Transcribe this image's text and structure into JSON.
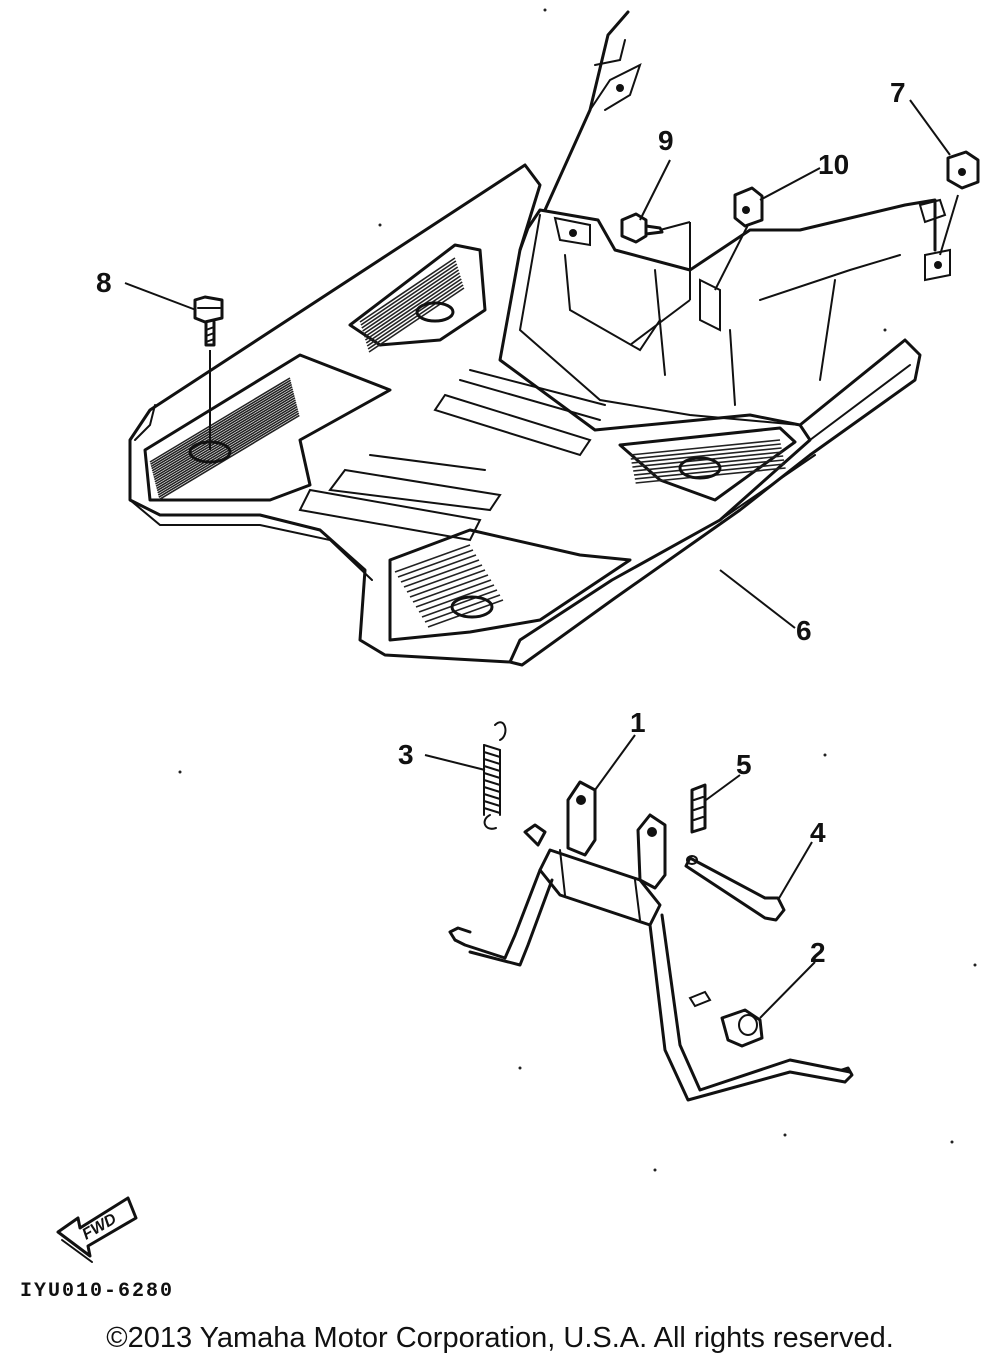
{
  "callouts": [
    {
      "id": "p1",
      "label": "1"
    },
    {
      "id": "p2",
      "label": "2"
    },
    {
      "id": "p3",
      "label": "3"
    },
    {
      "id": "p4",
      "label": "4"
    },
    {
      "id": "p5",
      "label": "5"
    },
    {
      "id": "p6",
      "label": "6"
    },
    {
      "id": "p7",
      "label": "7"
    },
    {
      "id": "p8",
      "label": "8"
    },
    {
      "id": "p9",
      "label": "9"
    },
    {
      "id": "p10",
      "label": "10"
    }
  ],
  "direction_arrow": {
    "label": "FWD",
    "icon": "forward-arrow-icon"
  },
  "diagram_code": "IYU010-6280",
  "copyright": "©2013 Yamaha Motor Corporation, U.S.A. All rights reserved."
}
